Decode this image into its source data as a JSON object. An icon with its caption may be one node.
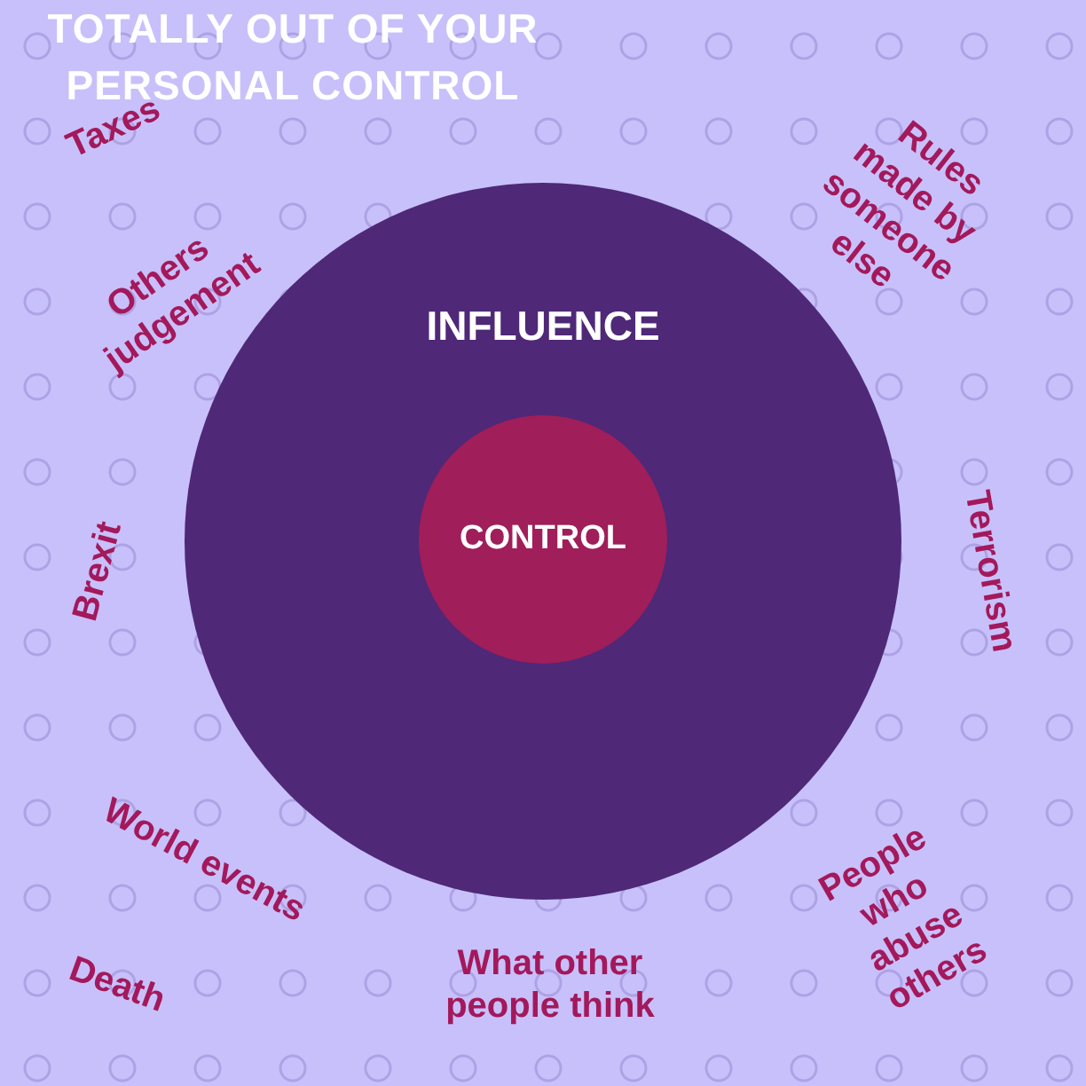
{
  "diagram": {
    "title": "TOTALLY OUT OF YOUR PERSONAL CONTROL",
    "nodes": [
      {
        "text": [
          "INFLUENCE"
        ]
      },
      {
        "text": [
          "CONTROL"
        ],
        "in": 0
      }
    ],
    "labels": [
      "Taxes",
      "Rules made by someone else",
      "Others judgement",
      "Brexit",
      "Terrorism",
      "World events",
      "People who abuse others",
      "Death",
      "What other people think"
    ]
  }
}
